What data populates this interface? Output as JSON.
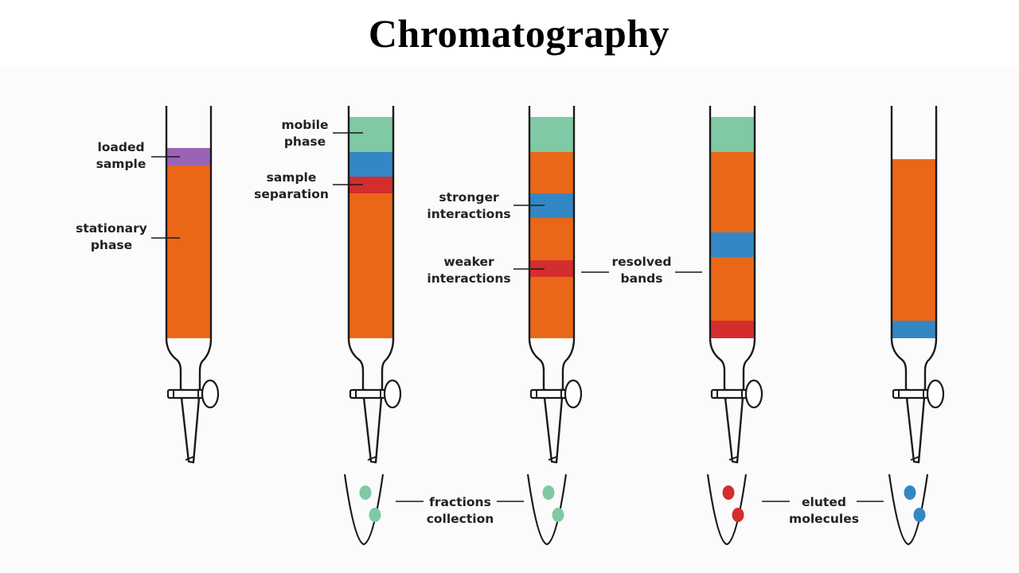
{
  "title": "Chromatography",
  "colors": {
    "stationary": "#ea6718",
    "mobile": "#7fc9a4",
    "loaded": "#9b63b5",
    "blue": "#3387c4",
    "red": "#d42d2e",
    "outline": "#1a1a1a"
  },
  "labels": {
    "loaded": [
      "loaded",
      "sample"
    ],
    "stationary": [
      "stationary",
      "phase"
    ],
    "mobile": [
      "mobile",
      "phase"
    ],
    "separation": [
      "sample",
      "separation"
    ],
    "stronger": [
      "stronger",
      "interactions"
    ],
    "weaker": [
      "weaker",
      "interactions"
    ],
    "resolved": [
      "resolved",
      "bands"
    ],
    "fractions": [
      "fractions",
      "collection"
    ],
    "eluted": [
      "eluted",
      "molecules"
    ]
  },
  "icons": [
    "chromatography-column",
    "collection-tube"
  ]
}
